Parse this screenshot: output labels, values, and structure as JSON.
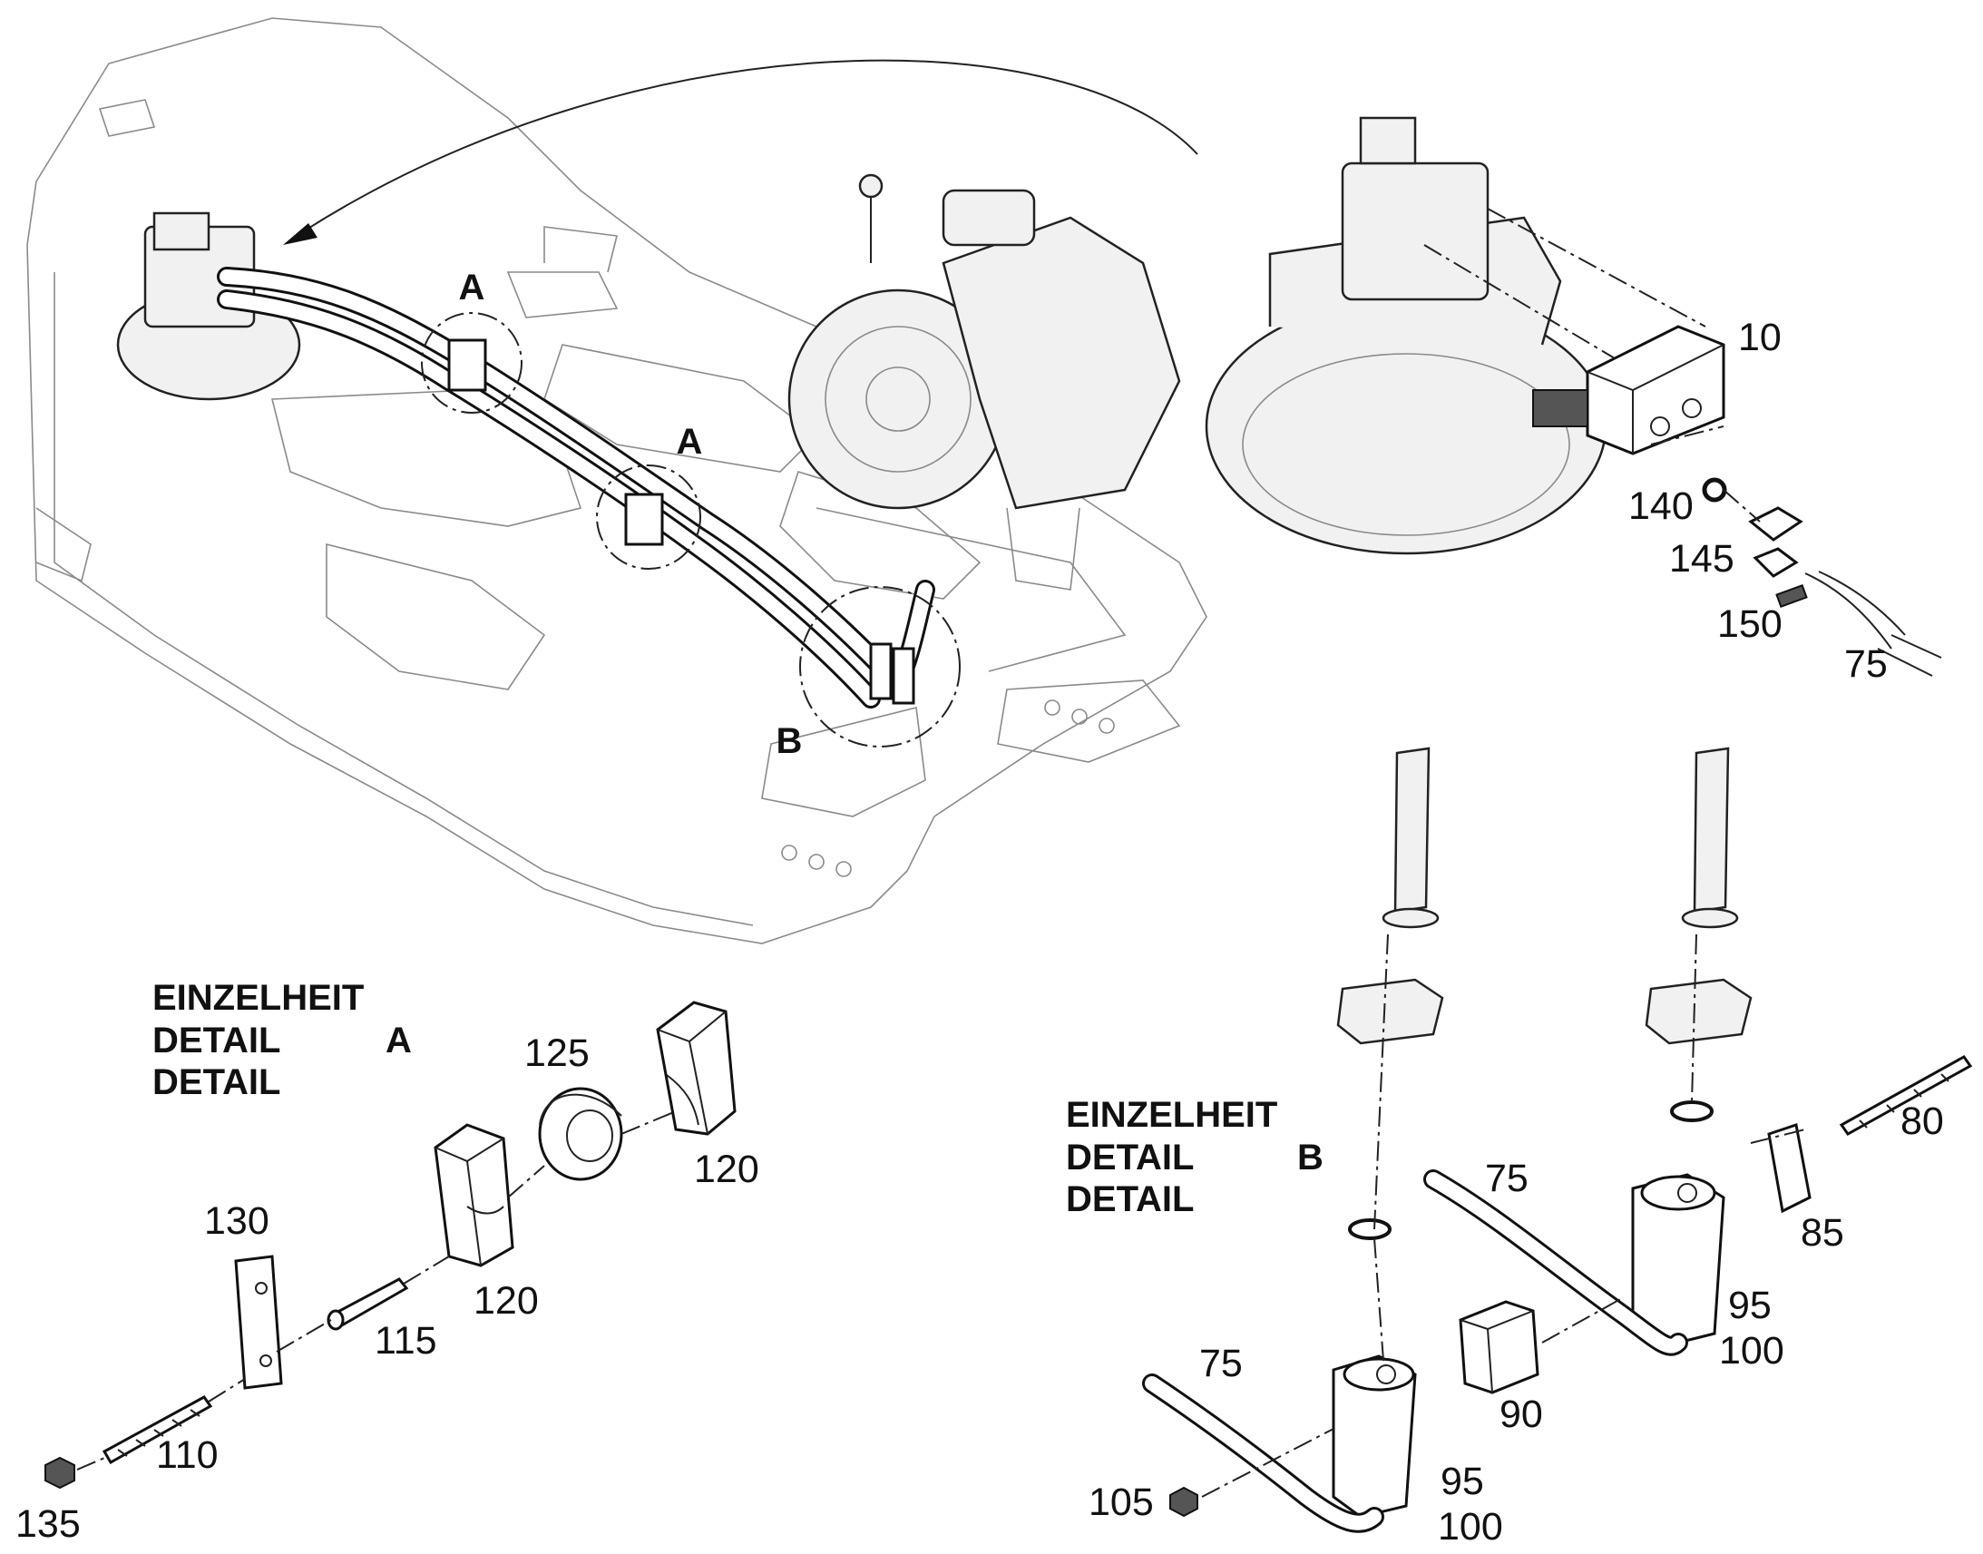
{
  "detail_a": {
    "title_de": "EINZELHEIT",
    "title_en": "DETAIL",
    "title_fr": "DETAIL",
    "letter": "A"
  },
  "detail_b": {
    "title_de": "EINZELHEIT",
    "title_en": "DETAIL",
    "title_fr": "DETAIL",
    "letter": "B"
  },
  "callouts": {
    "a1": "A",
    "a2": "A",
    "b": "B"
  },
  "parts": {
    "p10": "10",
    "p75_top": "75",
    "p140": "140",
    "p145": "145",
    "p150": "150",
    "p80": "80",
    "p85": "85",
    "p75_b1": "75",
    "p75_b2": "75",
    "p90": "90",
    "p95_1": "95",
    "p95_2": "95",
    "p100_1": "100",
    "p100_2": "100",
    "p105": "105",
    "p110": "110",
    "p115": "115",
    "p120_1": "120",
    "p120_2": "120",
    "p125": "125",
    "p130": "130",
    "p135": "135"
  }
}
